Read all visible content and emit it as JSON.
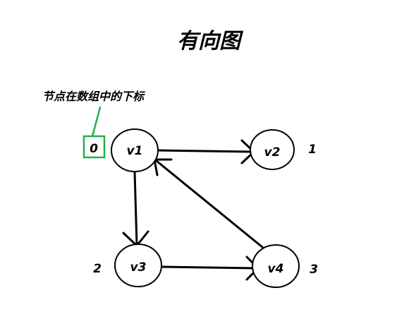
{
  "title": "有向图",
  "annotation": "节点在数组中的下标",
  "highlight_color": "#22b14c",
  "nodes": [
    {
      "id": "v1",
      "label": "v1",
      "index": "0"
    },
    {
      "id": "v2",
      "label": "v2",
      "index": "1"
    },
    {
      "id": "v3",
      "label": "v3",
      "index": "2"
    },
    {
      "id": "v4",
      "label": "v4",
      "index": "3"
    }
  ],
  "edges": [
    {
      "from": "v1",
      "to": "v2"
    },
    {
      "from": "v1",
      "to": "v3"
    },
    {
      "from": "v3",
      "to": "v4"
    },
    {
      "from": "v4",
      "to": "v1"
    }
  ]
}
